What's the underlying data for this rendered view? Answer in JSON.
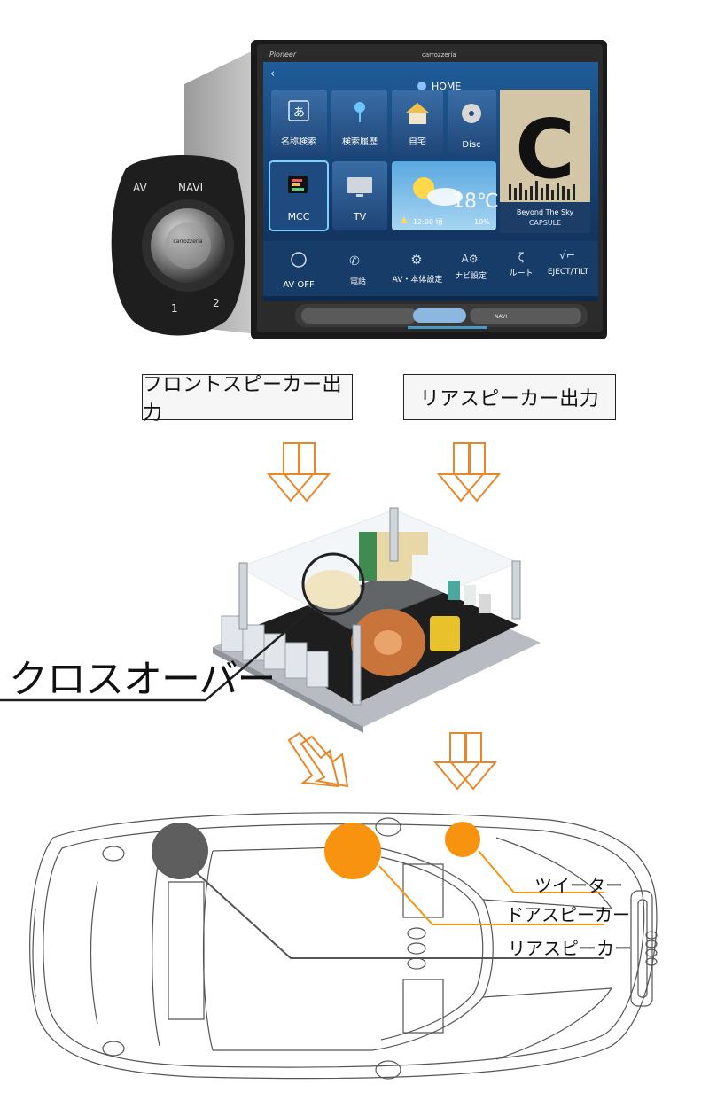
{
  "head_unit": {
    "brand": "Pioneer",
    "sub_brand": "carrozzeria",
    "home_label": "HOME",
    "tiles_row1": [
      {
        "label": "名称検索",
        "icon": "a-character-icon"
      },
      {
        "label": "検索履歴",
        "icon": "pin-icon"
      },
      {
        "label": "自宅",
        "icon": "house-icon"
      },
      {
        "label": "Disc",
        "icon": "disc-icon"
      }
    ],
    "tiles_row2": [
      {
        "label": "MCC",
        "icon": "equalizer-icon"
      },
      {
        "label": "TV",
        "icon": "tv-icon"
      }
    ],
    "weather": {
      "temp": "18℃",
      "time": "12:00 頃",
      "rain": "10%"
    },
    "album": {
      "letter": "C",
      "title": "Beyond The Sky",
      "artist": "CAPSULE"
    },
    "bottom_bar": [
      {
        "label": "AV OFF",
        "icon": "power-off-icon"
      },
      {
        "label": "電話",
        "icon": "phone-icon"
      },
      {
        "label": "AV・本体設定",
        "icon": "gear-icon"
      },
      {
        "label": "ナビ設定",
        "icon": "nav-gear-icon"
      },
      {
        "label": "ルート",
        "icon": "route-icon"
      },
      {
        "label": "EJECT/TILT",
        "icon": "eject-icon"
      }
    ],
    "bezel_navi": "NAVI",
    "remote": {
      "av": "AV",
      "navi": "NAVI",
      "one": "1",
      "two": "2",
      "knob_brand": "carrozzeria"
    }
  },
  "labels": {
    "front_output": "フロントスピーカー出力",
    "rear_output": "リアスピーカー出力",
    "crossover": "クロスオーバー",
    "tweeter": "ツイーター",
    "door_speaker": "ドアスピーカー",
    "rear_speaker": "リアスピーカー"
  },
  "colors": {
    "arrow": "#e8862a",
    "door_speaker": "#f7930f",
    "tweeter": "#f7930f",
    "rear_speaker": "#5e5e5e",
    "screen_bg": "#1d4f8a"
  }
}
